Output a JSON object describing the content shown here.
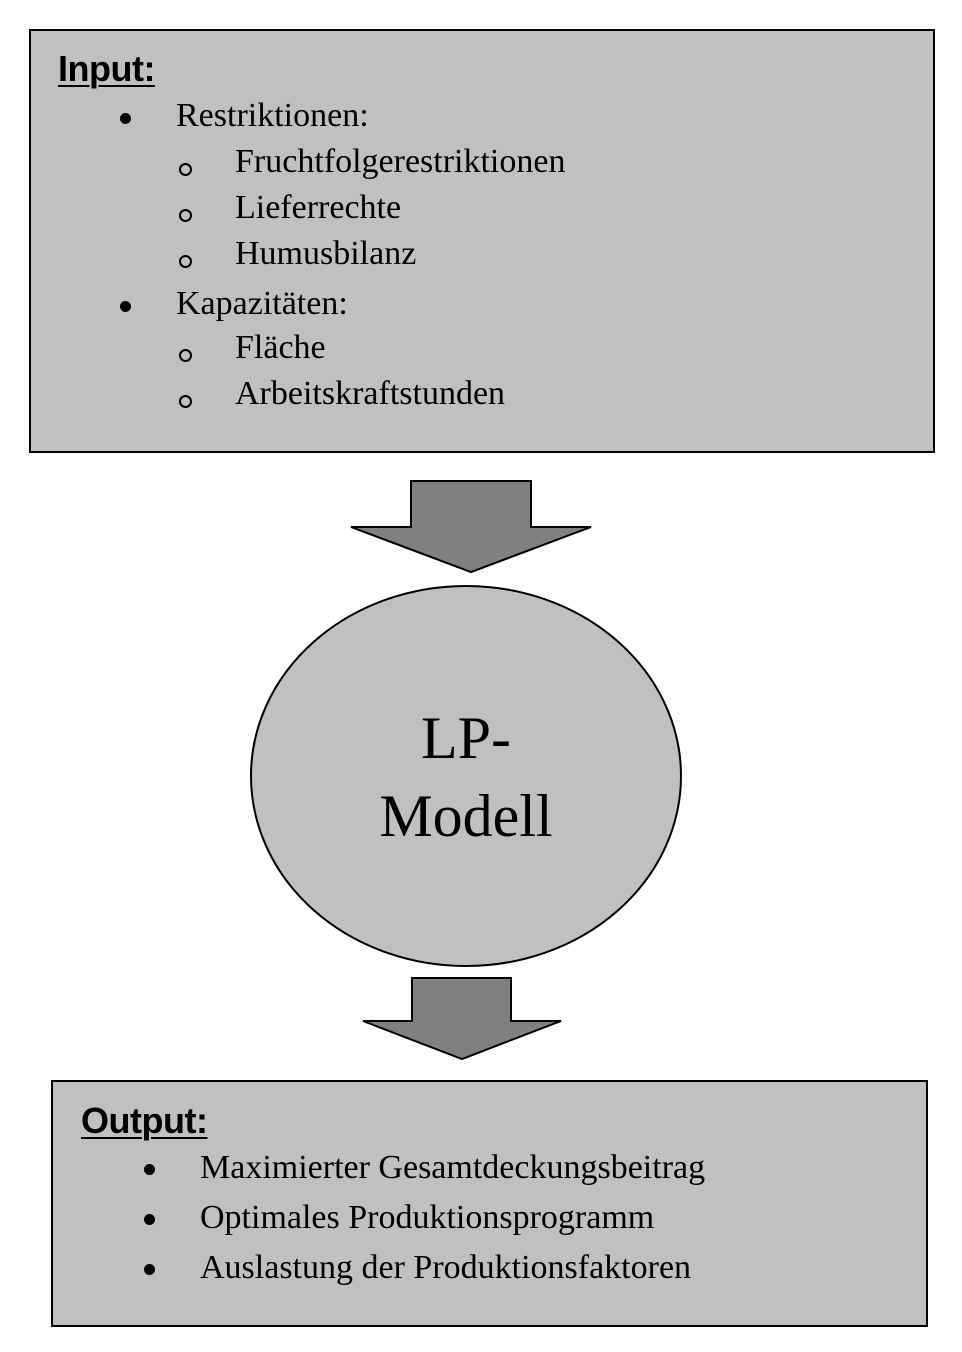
{
  "input": {
    "heading": "Input:",
    "groups": [
      {
        "label": "Restriktionen:",
        "items": [
          "Fruchtfolgerestriktionen",
          "Lieferrechte",
          "Humusbilanz"
        ]
      },
      {
        "label": "Kapazitäten:",
        "items": [
          "Fläche",
          "Arbeitskraftstunden"
        ]
      }
    ]
  },
  "model": {
    "line1": "LP-",
    "line2": "Modell"
  },
  "output": {
    "heading": "Output:",
    "items": [
      "Maximierter Gesamtdeckungsbeitrag",
      "Optimales Produktionsprogramm",
      "Auslastung der Produktionsfaktoren"
    ]
  },
  "colors": {
    "box_fill": "#c0c0c0",
    "arrow_fill": "#808080",
    "outline": "#000000"
  }
}
